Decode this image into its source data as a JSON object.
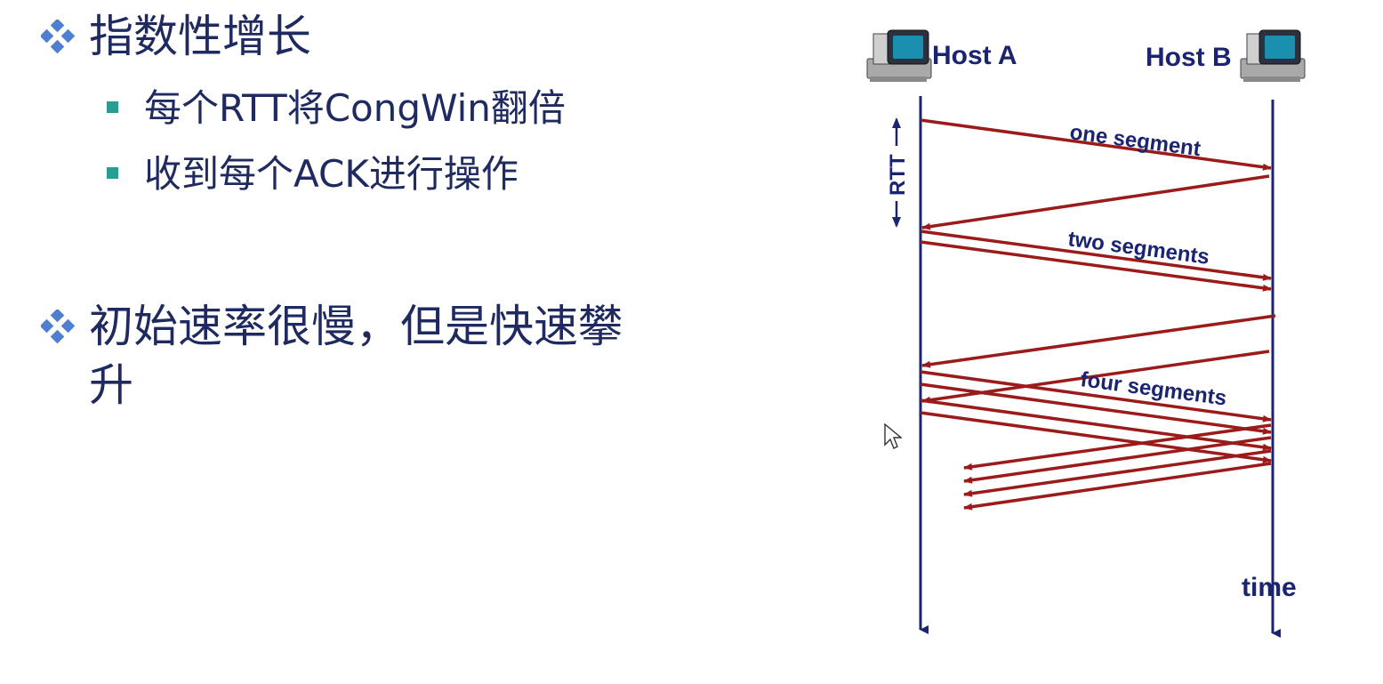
{
  "bullets": {
    "item1": {
      "text": "指数性增长",
      "subitems": [
        {
          "text": "每个RTT将CongWin翻倍"
        },
        {
          "text": "收到每个ACK进行操作"
        }
      ]
    },
    "item2": {
      "line1": "初始速率很慢，但是快速攀",
      "line2": "升"
    }
  },
  "diagram": {
    "host_a": "Host A",
    "host_b": "Host B",
    "rtt": "RTT",
    "time": "time",
    "segment_labels": {
      "one": "one segment",
      "two": "two segments",
      "four": "four segments"
    },
    "colors": {
      "timeline": "#1a2470",
      "arrow": "#9b1b1b",
      "text": "#1a2470",
      "bullet_diamond": "#4f7fd0",
      "bullet_square": "#2a9d92"
    }
  }
}
